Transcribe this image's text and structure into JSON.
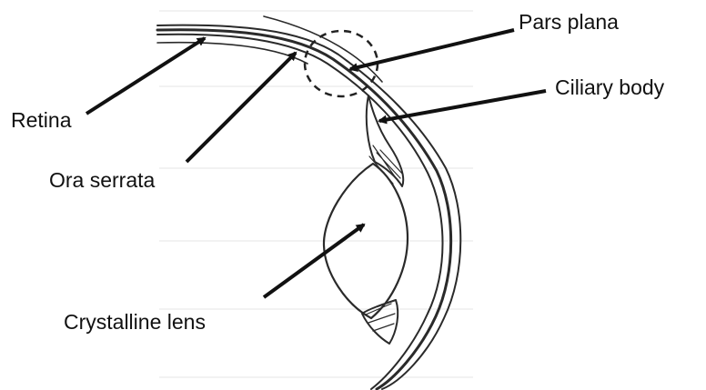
{
  "labels": {
    "retina": "Retina",
    "ora_serrata": "Ora serrata",
    "pars_plana": "Pars plana",
    "ciliary_body": "Ciliary body",
    "crystalline_lens": "Crystalline lens"
  }
}
